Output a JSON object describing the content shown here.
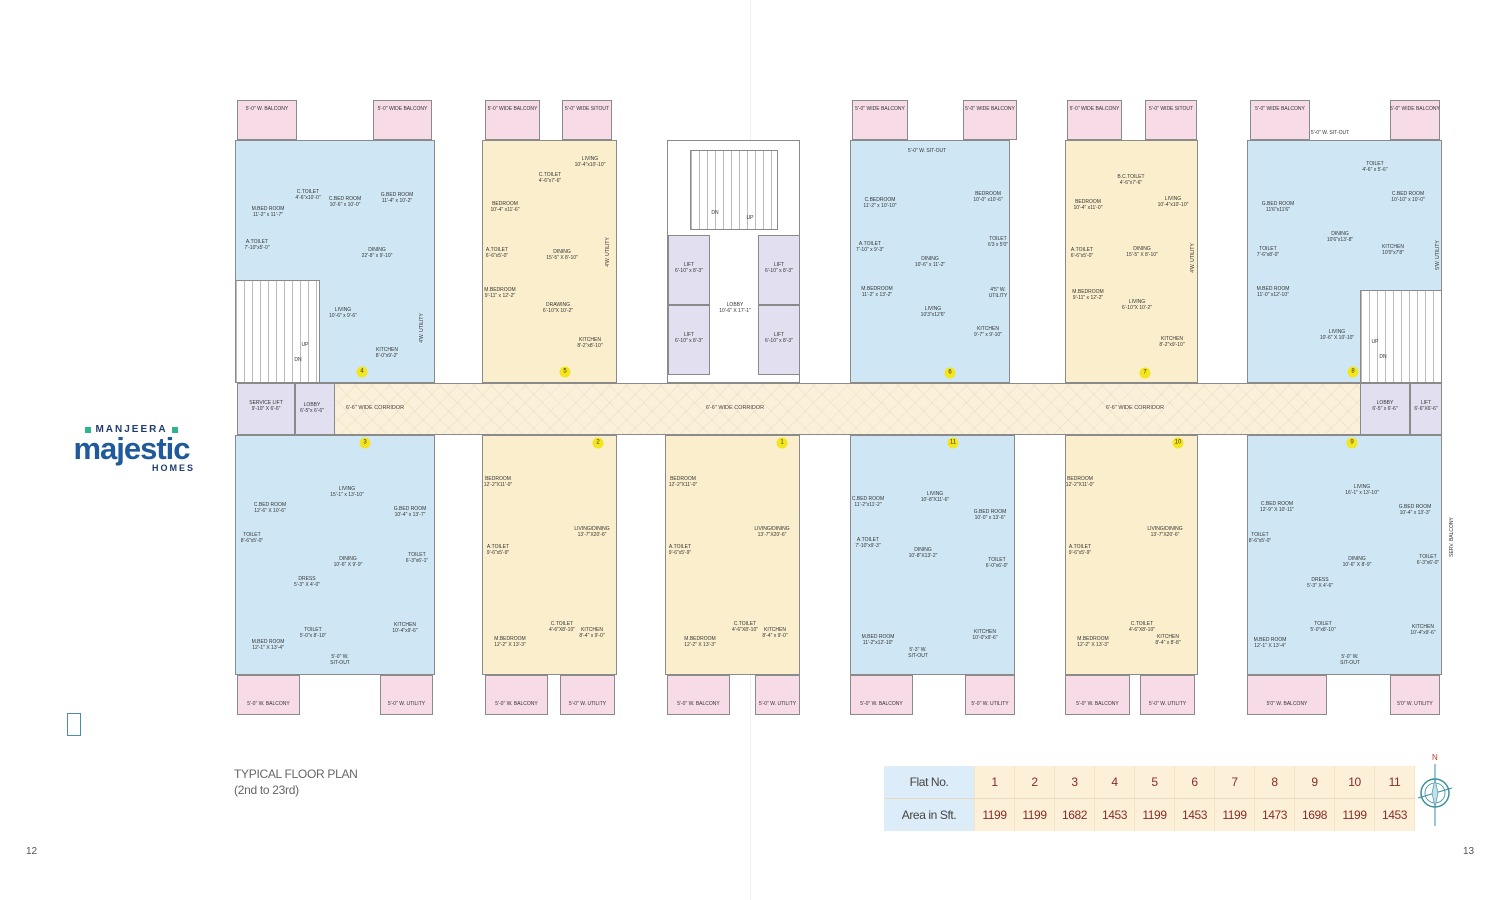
{
  "logo": {
    "top": "MANJEERA",
    "main": "majestic",
    "bottom": "HOMES",
    "colors": {
      "main": "#1f5a9a",
      "accent": "#2fb58e"
    }
  },
  "title": {
    "line1": "TYPICAL FLOOR PLAN",
    "line2": "(2nd to 23rd)"
  },
  "page_numbers": {
    "left": "12",
    "right": "13"
  },
  "colors": {
    "unit_blue": "#cfe7f5",
    "unit_yellow": "#fbeecc",
    "balcony": "#f7dbe6",
    "lift": "#e1dff0",
    "corridor": "#fbf1da",
    "badge": "#f5e51c"
  },
  "corridor": {
    "labels": [
      "6'-6\" WIDE  CORRIDOR",
      "6'-6\" WIDE  CORRIDOR",
      "6'-6\" WIDE  CORRIDOR"
    ]
  },
  "core": {
    "service_lift": {
      "name": "SERVICE LIFT",
      "size": "9'-10\" X 6'-6\""
    },
    "service_lobby": {
      "name": "LOBBY",
      "size": "6'-5\"x 6'-6\""
    },
    "lifts": [
      {
        "name": "LIFT",
        "size": "6'-10\" x 8'-3\""
      },
      {
        "name": "LIFT",
        "size": "6'-10\" x 8'-3\""
      },
      {
        "name": "LIFT",
        "size": "6'-10\" x 8'-3\""
      },
      {
        "name": "LIFT",
        "size": "6'-10\" x 8'-3\""
      }
    ],
    "lobby": {
      "name": "LOBBY",
      "size": "10'-6\" X 17'-1\""
    },
    "stair_dn": "DN",
    "stair_up": "UP",
    "left_stair_up": "UP",
    "left_stair_dn": "DN",
    "right_stair_up": "UP",
    "right_stair_dn": "DN",
    "right_lobby": {
      "name": "LOBBY",
      "size": "6'-5\" x 6'-6\""
    },
    "right_lift": {
      "name": "LIFT",
      "size": "6'-6\"X6'-6\""
    }
  },
  "units": [
    {
      "flat_no": "4",
      "color": "blue",
      "balconies": [
        "5'-0\" W. BALCONY",
        "5'-0\" WIDE BALCONY"
      ],
      "rooms": [
        {
          "name": "M.BED ROOM",
          "size": "11'-2\" x 11'-7\""
        },
        {
          "name": "C.TOILET",
          "size": "4'-6\"x10'-0\""
        },
        {
          "name": "C.BED ROOM",
          "size": "10'-6\" x 10'-0\""
        },
        {
          "name": "G.BED ROOM",
          "size": "11'-4\" x 10'-2\""
        },
        {
          "name": "A.TOILET",
          "size": "7'-10\"x5'-0\""
        },
        {
          "name": "DINING",
          "size": "22'-8\" x 9'-10\""
        },
        {
          "name": "LIVING",
          "size": "10'-6\" x 9'-6\""
        },
        {
          "name": "KITCHEN",
          "size": "8'-0\"x9'-2\""
        },
        {
          "name": "4'W. UTILITY",
          "size": ""
        }
      ]
    },
    {
      "flat_no": "5",
      "color": "yellow",
      "balconies": [
        "5'-0\" WIDE BALCONY",
        "5'-0\" WIDE SITOUT"
      ],
      "rooms": [
        {
          "name": "BEDROOM",
          "size": "10'-4\" x11'-6\""
        },
        {
          "name": "C.TOILET",
          "size": "4'-6\"x7'-6\""
        },
        {
          "name": "LIVING",
          "size": "10'-4\"x10'-10\""
        },
        {
          "name": "A.TOILET",
          "size": "6'-6\"x5'-0\""
        },
        {
          "name": "DINING",
          "size": "15'-5\" X 8'-10\""
        },
        {
          "name": "4'W. UTILITY",
          "size": ""
        },
        {
          "name": "M.BEDROOM",
          "size": "9'-11\" x 12'-2\""
        },
        {
          "name": "DRAWING",
          "size": "6'-10\"X 10'-2\""
        },
        {
          "name": "KITCHEN",
          "size": "8'-2\"x8'-10\""
        }
      ]
    },
    {
      "flat_no": "6",
      "color": "blue",
      "balconies": [
        "5'-0\" WIDE BALCONY",
        "5'-0\" WIDE BALCONY"
      ],
      "rooms": [
        {
          "name": "C.BEDROOM",
          "size": "11'-2\" x 10'-10\""
        },
        {
          "name": "5'-0\" W. SIT-OUT",
          "size": ""
        },
        {
          "name": "BEDROOM",
          "size": "10'-0\" x10'-6\""
        },
        {
          "name": "A.TOILET",
          "size": "7'-10\" x 9'-3\""
        },
        {
          "name": "DINING",
          "size": "10'-6\" x 11'-2\""
        },
        {
          "name": "TOILET",
          "size": "6'3 x 5'0\""
        },
        {
          "name": "4'5\" W.",
          "size": "UTILITY"
        },
        {
          "name": "M.BEDROOM",
          "size": "11'-2\" x 13'-2\""
        },
        {
          "name": "LIVING",
          "size": "10'3\"x12'6\""
        },
        {
          "name": "KITCHEN",
          "size": "9'-7\" x 9'-10\""
        }
      ]
    },
    {
      "flat_no": "7",
      "color": "yellow",
      "balconies": [
        "5'-0\" WIDE BALCONY",
        "5'-0\" WIDE SITOUT"
      ],
      "rooms": [
        {
          "name": "BEDROOM",
          "size": "10'-4\" x11'-0\""
        },
        {
          "name": "B.C.TOILET",
          "size": "4'-6\"x7'-6\""
        },
        {
          "name": "LIVING",
          "size": "10'-4\"x10'-10\""
        },
        {
          "name": "A.TOILET",
          "size": "6'-6\"x5'-0\""
        },
        {
          "name": "DINING",
          "size": "15'-5\" X 8'-10\""
        },
        {
          "name": "4'W. UTILITY",
          "size": ""
        },
        {
          "name": "M.BEDROOM",
          "size": "9'-11\" x 12'-2\""
        },
        {
          "name": "LIVING",
          "size": "6'-10\"X 10'-2\""
        },
        {
          "name": "KITCHEN",
          "size": "8'-2\"x9'-10\""
        }
      ]
    },
    {
      "flat_no": "8",
      "color": "blue",
      "balconies": [
        "5'-0\" WIDE BALCONY",
        "5'-0\" WIDE BALCONY"
      ],
      "rooms": [
        {
          "name": "5'-0\" W. SIT-OUT",
          "size": ""
        },
        {
          "name": "TOILET",
          "size": "4'-6\" x 5'-6\""
        },
        {
          "name": "C.BED ROOM",
          "size": "10'-10\" x 10'-0\""
        },
        {
          "name": "G.BED ROOM",
          "size": "11'6\"x11'6\""
        },
        {
          "name": "TOILET",
          "size": "7'-6\"x8'-0\""
        },
        {
          "name": "DINING",
          "size": "10'6\"x13'-8\""
        },
        {
          "name": "KITCHEN",
          "size": "10'0\"x7'8\""
        },
        {
          "name": "5'W. UTILITY",
          "size": ""
        },
        {
          "name": "M.BED ROOM",
          "size": "11'-0\" x12'-10\""
        },
        {
          "name": "LIVING",
          "size": "10'-6\" X 10'-10\""
        }
      ]
    },
    {
      "flat_no": "3",
      "color": "blue",
      "balconies": [
        "5'-0\" W. BALCONY",
        "5'-0\" W. UTILITY"
      ],
      "rooms": [
        {
          "name": "LIVING",
          "size": "15'-1\" x 13'-10\""
        },
        {
          "name": "C.BED ROOM",
          "size": "12'-6\" X 10'-6\""
        },
        {
          "name": "G.BED ROOM",
          "size": "10'-4\" x 13'-7\""
        },
        {
          "name": "TOILET",
          "size": "8'-6\"x5'-0\""
        },
        {
          "name": "DINING",
          "size": "10'-6\" X 9'-9\""
        },
        {
          "name": "TOILET",
          "size": "6'-3\"x6'-1\""
        },
        {
          "name": "DRESS",
          "size": "5'-3\" X 4'-0\""
        },
        {
          "name": "TOILET",
          "size": "5'-0\"x 8'-10\""
        },
        {
          "name": "M.BED ROOM",
          "size": "12'-1\" X 13'-4\""
        },
        {
          "name": "KITCHEN",
          "size": "10'-4\"x9'-6\""
        },
        {
          "name": "5'-0\" W.",
          "size": "SIT-OUT"
        }
      ]
    },
    {
      "flat_no": "2",
      "color": "yellow",
      "balconies": [
        "5'-0\" W. BALCONY",
        "5'-0\" W. UTILITY"
      ],
      "rooms": [
        {
          "name": "BEDROOM",
          "size": "12'-2\"X11'-0\""
        },
        {
          "name": "LIVING/DINING",
          "size": "13'-7\"X20'-6\""
        },
        {
          "name": "A.TOILET",
          "size": "9'-6\"x5'-9\""
        },
        {
          "name": "M.BEDROOM",
          "size": "12'-2\" X 13'-3\""
        },
        {
          "name": "C.TOILET",
          "size": "4'-6\"X8'-10\""
        },
        {
          "name": "KITCHEN",
          "size": "8'-4\" x 9'-0\""
        }
      ]
    },
    {
      "flat_no": "1",
      "color": "yellow",
      "balconies": [
        "5'-0\" W. BALCONY",
        "5'-0\" W. UTILITY"
      ],
      "rooms": [
        {
          "name": "BEDROOM",
          "size": "12'-2\"X11'-0\""
        },
        {
          "name": "LIVING/DINING",
          "size": "13'-7\"X20'-6\""
        },
        {
          "name": "A.TOILET",
          "size": "9'-6\"x5'-9\""
        },
        {
          "name": "M.BEDROOM",
          "size": "12'-2\" X 13'-3\""
        },
        {
          "name": "C.TOILET",
          "size": "4'-6\"X8'-10\""
        },
        {
          "name": "KITCHEN",
          "size": "8'-4\" x 9'-0\""
        }
      ]
    },
    {
      "flat_no": "11",
      "color": "blue",
      "balconies": [
        "5'-0\" W. BALCONY",
        "5'-0\" W. UTILITY"
      ],
      "rooms": [
        {
          "name": "C.BED ROOM",
          "size": "11'-2\"x11'-2\""
        },
        {
          "name": "LIVING",
          "size": "10'-8\"X11'-6\""
        },
        {
          "name": "G.BED ROOM",
          "size": "10'-0\" x 13'-6\""
        },
        {
          "name": "A.TOILET",
          "size": "7'-10\"x9'-3\""
        },
        {
          "name": "DINING",
          "size": "10'-8\"X13'-2\""
        },
        {
          "name": "TOILET",
          "size": "6'-0\"x6'-0\""
        },
        {
          "name": "M.BED ROOM",
          "size": "11'-2\"x12'-10\""
        },
        {
          "name": "5'-3\" W.",
          "size": "SIT-OUT"
        },
        {
          "name": "KITCHEN",
          "size": "10'-0\"x9'-6\""
        }
      ]
    },
    {
      "flat_no": "10",
      "color": "yellow",
      "balconies": [
        "5'-0\" W. BALCONY",
        "5'-0\" W. UTILITY"
      ],
      "rooms": [
        {
          "name": "BEDROOM",
          "size": "12'-2\"X11'-0\""
        },
        {
          "name": "LIVING/DINING",
          "size": "13'-7\"X20'-6\""
        },
        {
          "name": "A.TOILET",
          "size": "9'-6\"x5'-9\""
        },
        {
          "name": "M.BEDROOM",
          "size": "12'-2\" X 13'-3\""
        },
        {
          "name": "C.TOILET",
          "size": "4'-6\"X8'-10\""
        },
        {
          "name": "KITCHEN",
          "size": "8'-4\" x 8'-8\""
        }
      ]
    },
    {
      "flat_no": "9",
      "color": "blue",
      "balconies": [
        "5'0\" W. BALCONY",
        "5'0\" W. UTILITY"
      ],
      "rooms": [
        {
          "name": "LIVING",
          "size": "16'-1\" x 13'-10\""
        },
        {
          "name": "C.BED ROOM",
          "size": "12'-9\" X 10'-11\""
        },
        {
          "name": "G.BED ROOM",
          "size": "10'-4\" x 13'-3\""
        },
        {
          "name": "TOILET",
          "size": "8'-6\"x5'-0\""
        },
        {
          "name": "DINING",
          "size": "10'-6\" X 8'-9\""
        },
        {
          "name": "TOILET",
          "size": "6'-3\"x6'-0\""
        },
        {
          "name": "DRESS",
          "size": "5'-3\" X 4'-6\""
        },
        {
          "name": "TOILET",
          "size": "5'-0\"x8'-10\""
        },
        {
          "name": "M.BED ROOM",
          "size": "12'-1\" X 13'-4\""
        },
        {
          "name": "5'-0\" W.",
          "size": "SIT-OUT"
        },
        {
          "name": "KITCHEN",
          "size": "10'-4\"x9'-6\""
        },
        {
          "name": "SERV. BALCONY",
          "size": ""
        }
      ]
    }
  ],
  "area_table": {
    "header_label": "Flat No.",
    "row_label": "Area in Sft.",
    "flat_numbers": [
      "1",
      "2",
      "3",
      "4",
      "5",
      "6",
      "7",
      "8",
      "9",
      "10",
      "11"
    ],
    "areas": [
      "1199",
      "1199",
      "1682",
      "1453",
      "1199",
      "1453",
      "1199",
      "1473",
      "1698",
      "1199",
      "1453"
    ]
  },
  "compass": {
    "label": "N",
    "icon": "compass-rose-icon"
  }
}
